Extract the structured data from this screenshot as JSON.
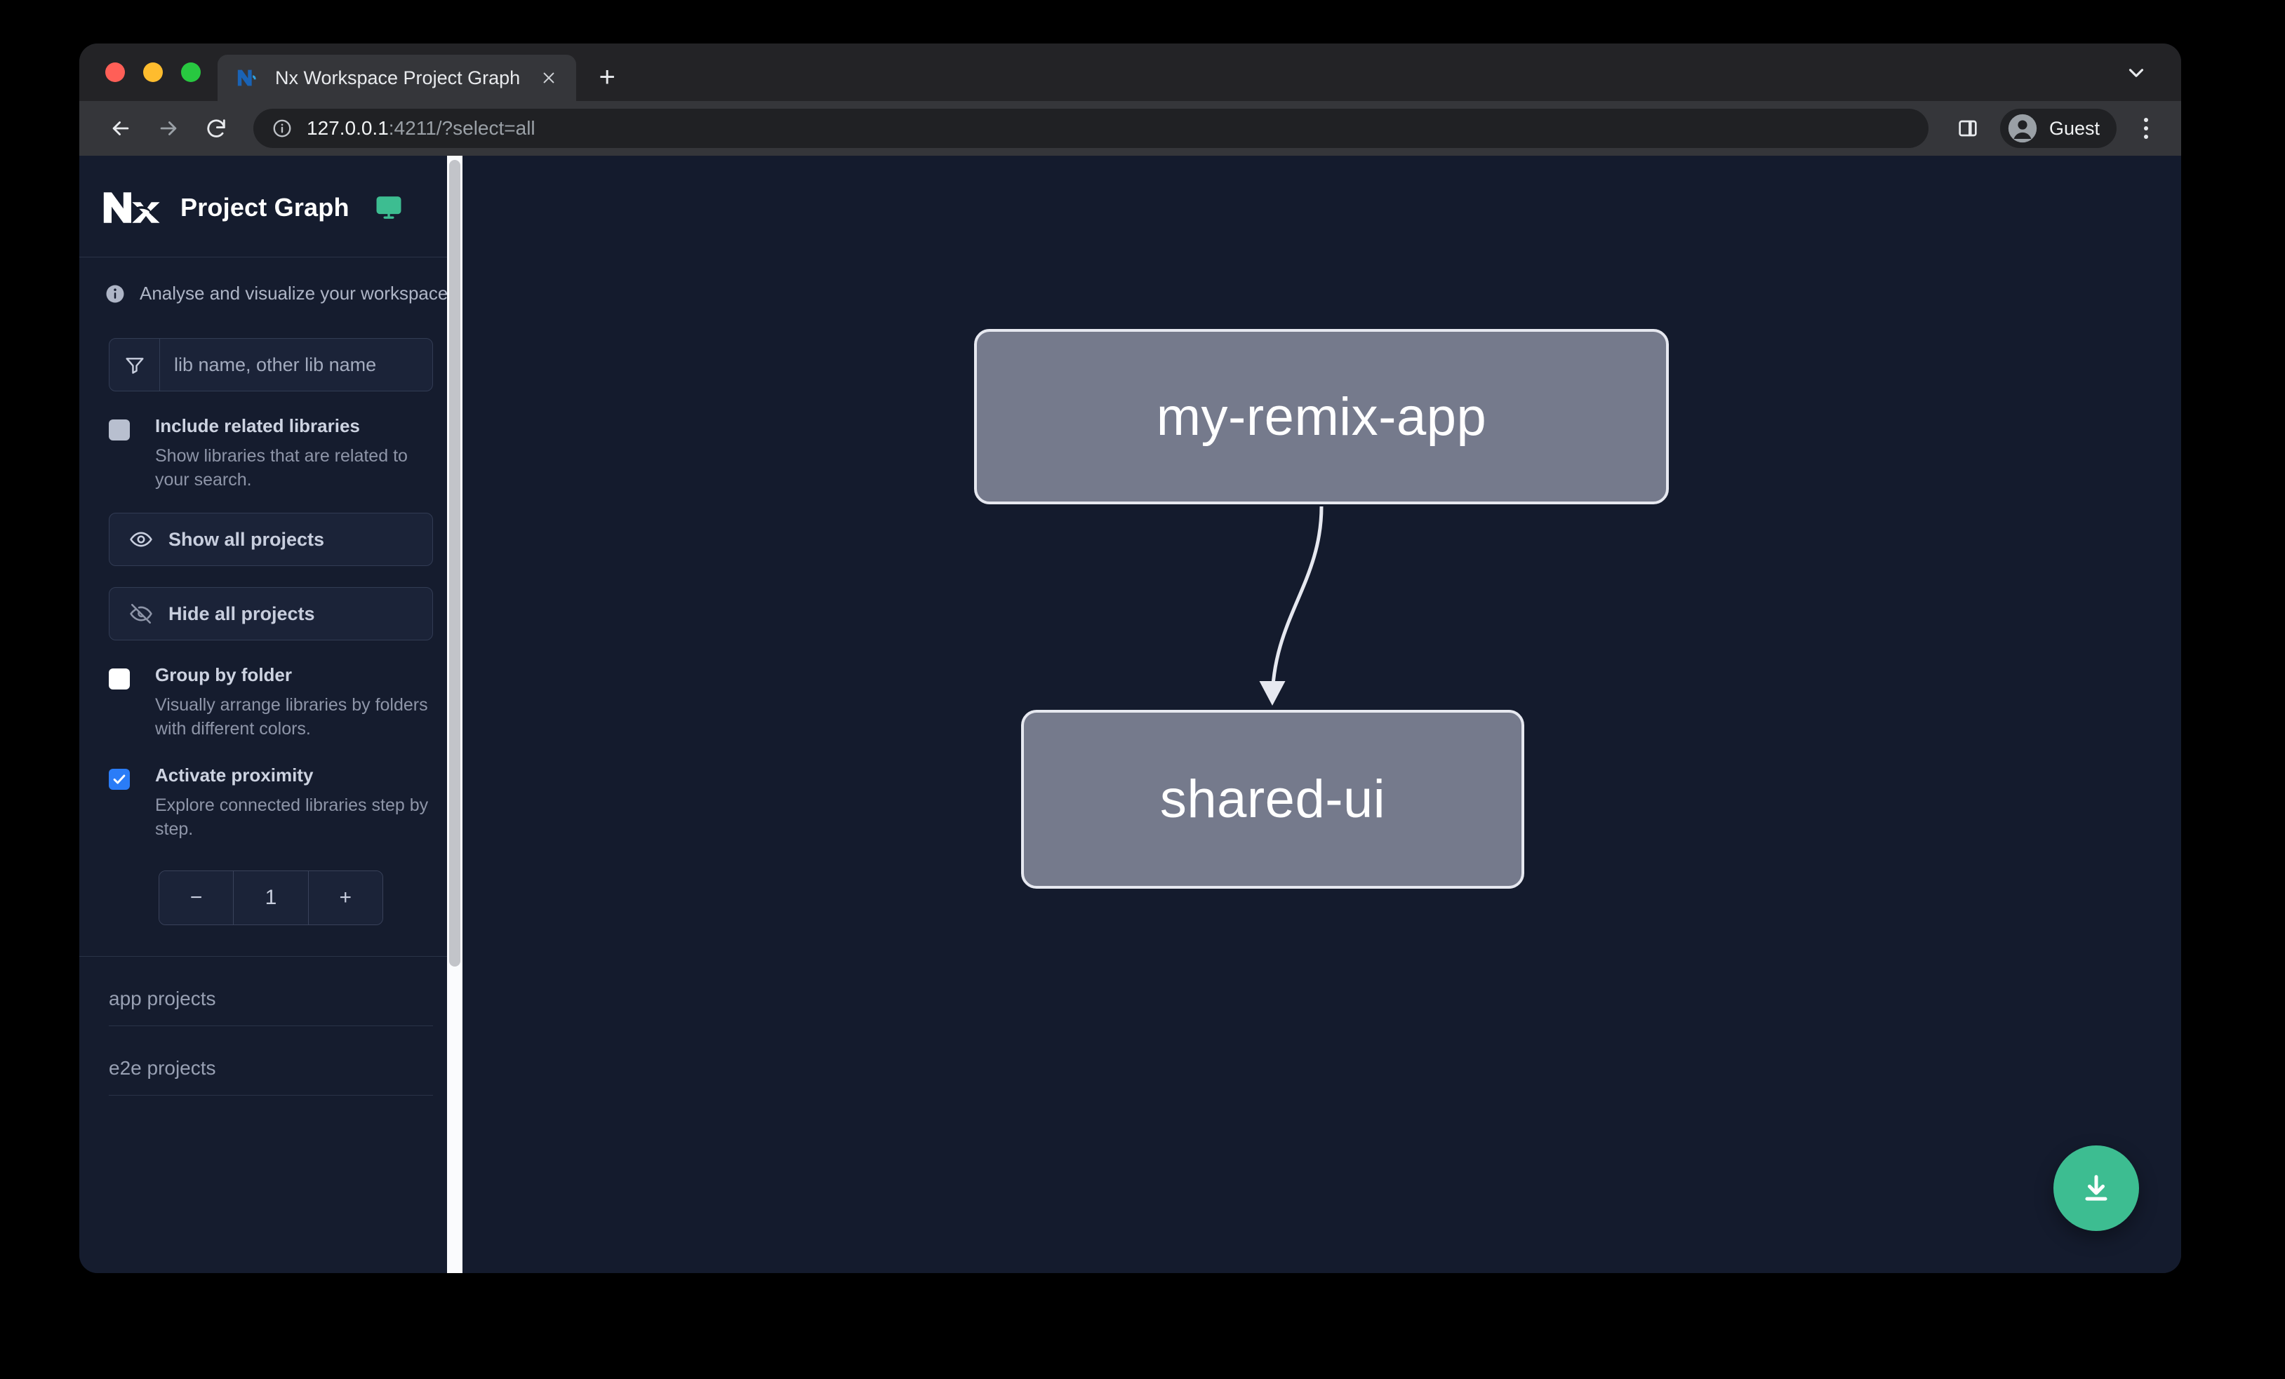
{
  "browser": {
    "tab": {
      "title": "Nx Workspace Project Graph",
      "favicon_icon": "nx-favicon-icon",
      "close_icon": "close-icon"
    },
    "new_tab_label": "+",
    "tab_list_chevron_icon": "chevron-down-icon",
    "nav": {
      "back_icon": "arrow-left-icon",
      "forward_icon": "arrow-right-icon",
      "reload_icon": "reload-icon"
    },
    "omnibox": {
      "info_icon": "site-info-icon",
      "url_host": "127.0.0.1",
      "url_rest": ":4211/?select=all"
    },
    "split_view_icon": "split-panel-icon",
    "profile": {
      "avatar_icon": "avatar-icon",
      "name": "Guest"
    },
    "menu_icon": "kebab-menu-icon",
    "traffic_lights": {
      "close": "#ff5f57",
      "minimize": "#febc2e",
      "maximize": "#28c840"
    }
  },
  "sidebar": {
    "logo_icon": "nx-logo-icon",
    "title": "Project Graph",
    "monitor_icon": "monitor-icon",
    "monitor_color": "#3dbd91",
    "info_icon": "info-circle-icon",
    "tagline": "Analyse and visualize your workspace.",
    "filter": {
      "icon": "filter-funnel-icon",
      "placeholder": "lib name, other lib name",
      "value": ""
    },
    "options": [
      {
        "id": "include-related-libraries",
        "label": "Include related libraries",
        "description": "Show libraries that are related to your search.",
        "state": "disabled"
      },
      {
        "id": "group-by-folder",
        "label": "Group by folder",
        "description": "Visually arrange libraries by folders with different colors.",
        "state": "unchecked"
      },
      {
        "id": "activate-proximity",
        "label": "Activate proximity",
        "description": "Explore connected libraries step by step.",
        "state": "checked"
      }
    ],
    "buttons": {
      "show_all": {
        "label": "Show all projects",
        "icon": "eye-icon"
      },
      "hide_all": {
        "label": "Hide all projects",
        "icon": "eye-off-icon"
      }
    },
    "stepper": {
      "decrement_label": "−",
      "value": "1",
      "increment_label": "+"
    },
    "sections": [
      {
        "id": "app-projects",
        "label": "app projects"
      },
      {
        "id": "e2e-projects",
        "label": "e2e projects"
      }
    ],
    "checked_color": "#2a7cf7"
  },
  "graph": {
    "background": "#141b2d",
    "node_fill": "#757a8c",
    "node_border": "#e6e8f0",
    "nodes": [
      {
        "id": "my-remix-app",
        "label": "my-remix-app"
      },
      {
        "id": "shared-ui",
        "label": "shared-ui"
      }
    ],
    "edges": [
      {
        "from": "my-remix-app",
        "to": "shared-ui",
        "arrow": true
      }
    ],
    "download_button": {
      "icon": "download-icon",
      "color": "#3dbd91"
    }
  }
}
